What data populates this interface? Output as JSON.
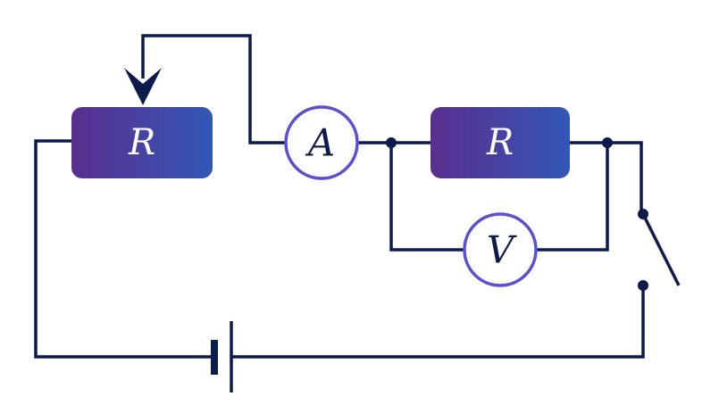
{
  "diagram": {
    "rheostat": {
      "label": "R"
    },
    "resistor": {
      "label": "R"
    },
    "ammeter": {
      "label": "A"
    },
    "voltmeter": {
      "label": "V"
    }
  },
  "colors": {
    "wire": "#0d1b4c",
    "meter_ring": "#5b4fd0",
    "resistor_gradient_start": "#5a2e8e",
    "resistor_gradient_end": "#3357b6"
  }
}
